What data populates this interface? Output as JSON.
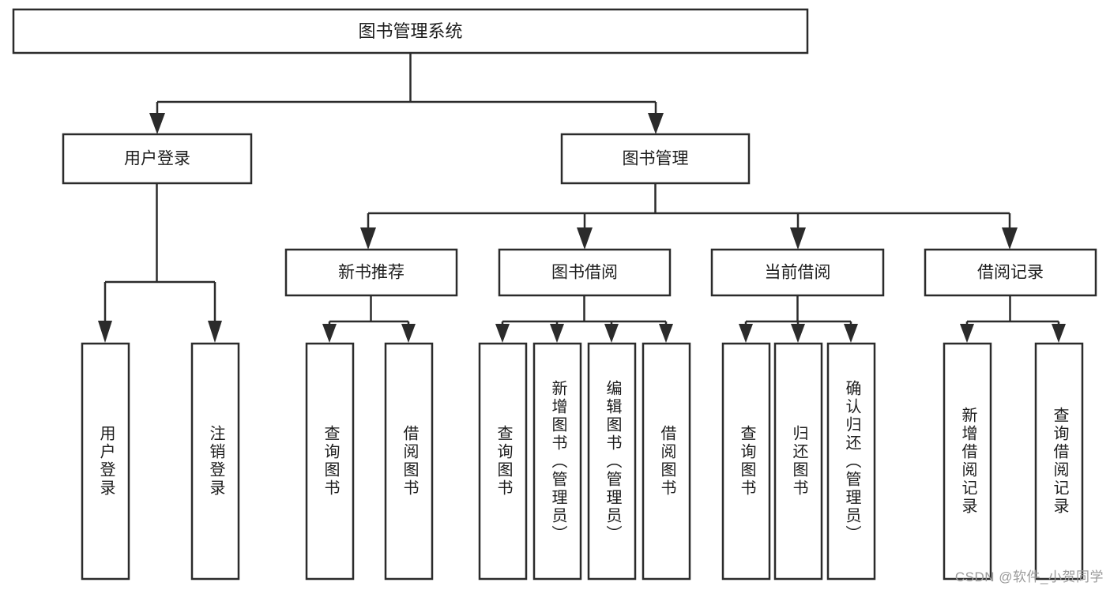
{
  "diagram": {
    "title": "图书管理系统",
    "type": "tree",
    "orientation": "top-down",
    "colors": {
      "node_fill": "#ffffff",
      "node_stroke": "#2b2b2b",
      "connector": "#2b2b2b",
      "text": "#1d1d1d",
      "watermark": "#9a9a9a",
      "background": "#ffffff"
    },
    "root": {
      "label": "图书管理系统"
    },
    "level2": [
      {
        "label": "用户登录"
      },
      {
        "label": "图书管理"
      }
    ],
    "level3": [
      {
        "label": "新书推荐"
      },
      {
        "label": "图书借阅"
      },
      {
        "label": "当前借阅"
      },
      {
        "label": "借阅记录"
      }
    ],
    "leaves": {
      "user_login": [
        {
          "label": "用户登录"
        },
        {
          "label": "注销登录"
        }
      ],
      "new_book_recommend": [
        {
          "label": "查询图书"
        },
        {
          "label": "借阅图书"
        }
      ],
      "book_borrow": [
        {
          "label": "查询图书"
        },
        {
          "label": "新增图书（管理员）"
        },
        {
          "label": "编辑图书（管理员）"
        },
        {
          "label": "借阅图书"
        }
      ],
      "current_borrow": [
        {
          "label": "查询图书"
        },
        {
          "label": "归还图书"
        },
        {
          "label": "确认归还（管理员）"
        }
      ],
      "borrow_record": [
        {
          "label": "新增借阅记录"
        },
        {
          "label": "查询借阅记录"
        }
      ]
    }
  },
  "watermark": {
    "text": "CSDN @软件_小贺同学"
  }
}
